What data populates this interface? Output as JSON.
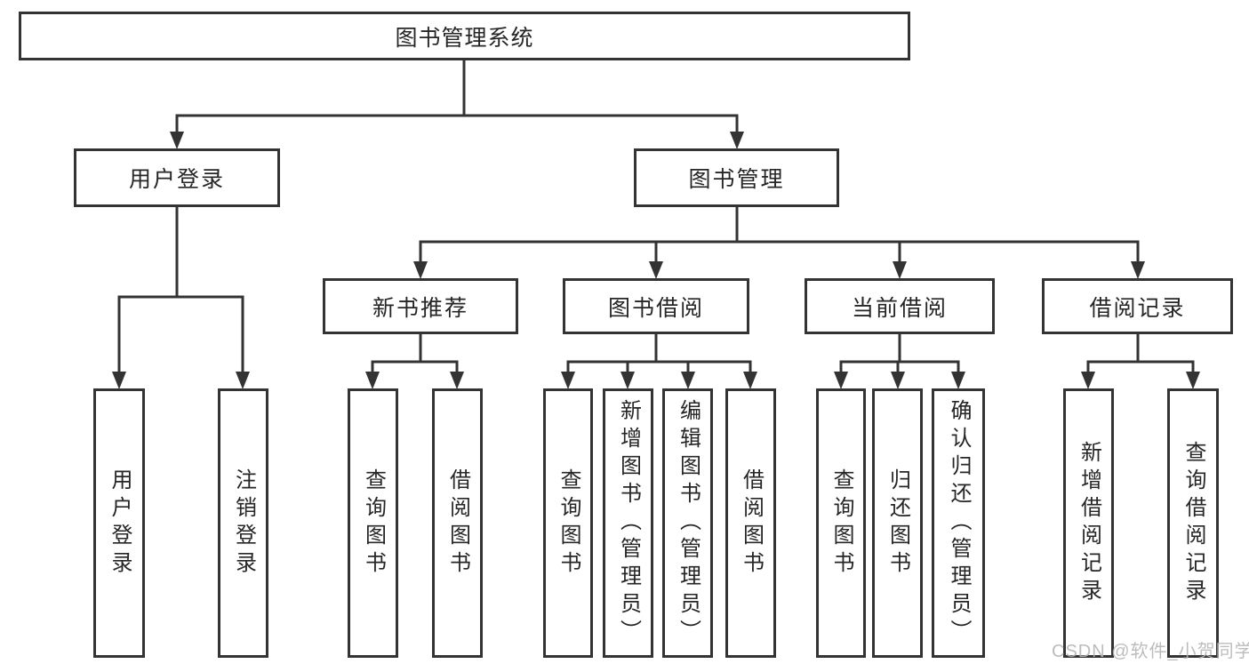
{
  "diagram_type": "hierarchy-tree",
  "structure": {
    "label": "图书管理系统",
    "children": [
      {
        "label": "用户登录",
        "children": [
          {
            "label": "用户登录"
          },
          {
            "label": "注销登录"
          }
        ]
      },
      {
        "label": "图书管理",
        "children": [
          {
            "label": "新书推荐",
            "children": [
              {
                "label": "查询图书"
              },
              {
                "label": "借阅图书"
              }
            ]
          },
          {
            "label": "图书借阅",
            "children": [
              {
                "label": "查询图书"
              },
              {
                "label": "新增图书（管理员）"
              },
              {
                "label": "编辑图书（管理员）"
              },
              {
                "label": "借阅图书"
              }
            ]
          },
          {
            "label": "当前借阅",
            "children": [
              {
                "label": "查询图书"
              },
              {
                "label": "归还图书"
              },
              {
                "label": "确认归还（管理员）"
              }
            ]
          },
          {
            "label": "借阅记录",
            "children": [
              {
                "label": "新增借阅记录"
              },
              {
                "label": "查询借阅记录"
              }
            ]
          }
        ]
      }
    ]
  },
  "watermark": {
    "text": "CSDN @软件_小贺同学"
  },
  "colors": {
    "line": "#333333",
    "text": "#262626",
    "background": "#ffffff",
    "watermark": "#b5b5b5"
  }
}
